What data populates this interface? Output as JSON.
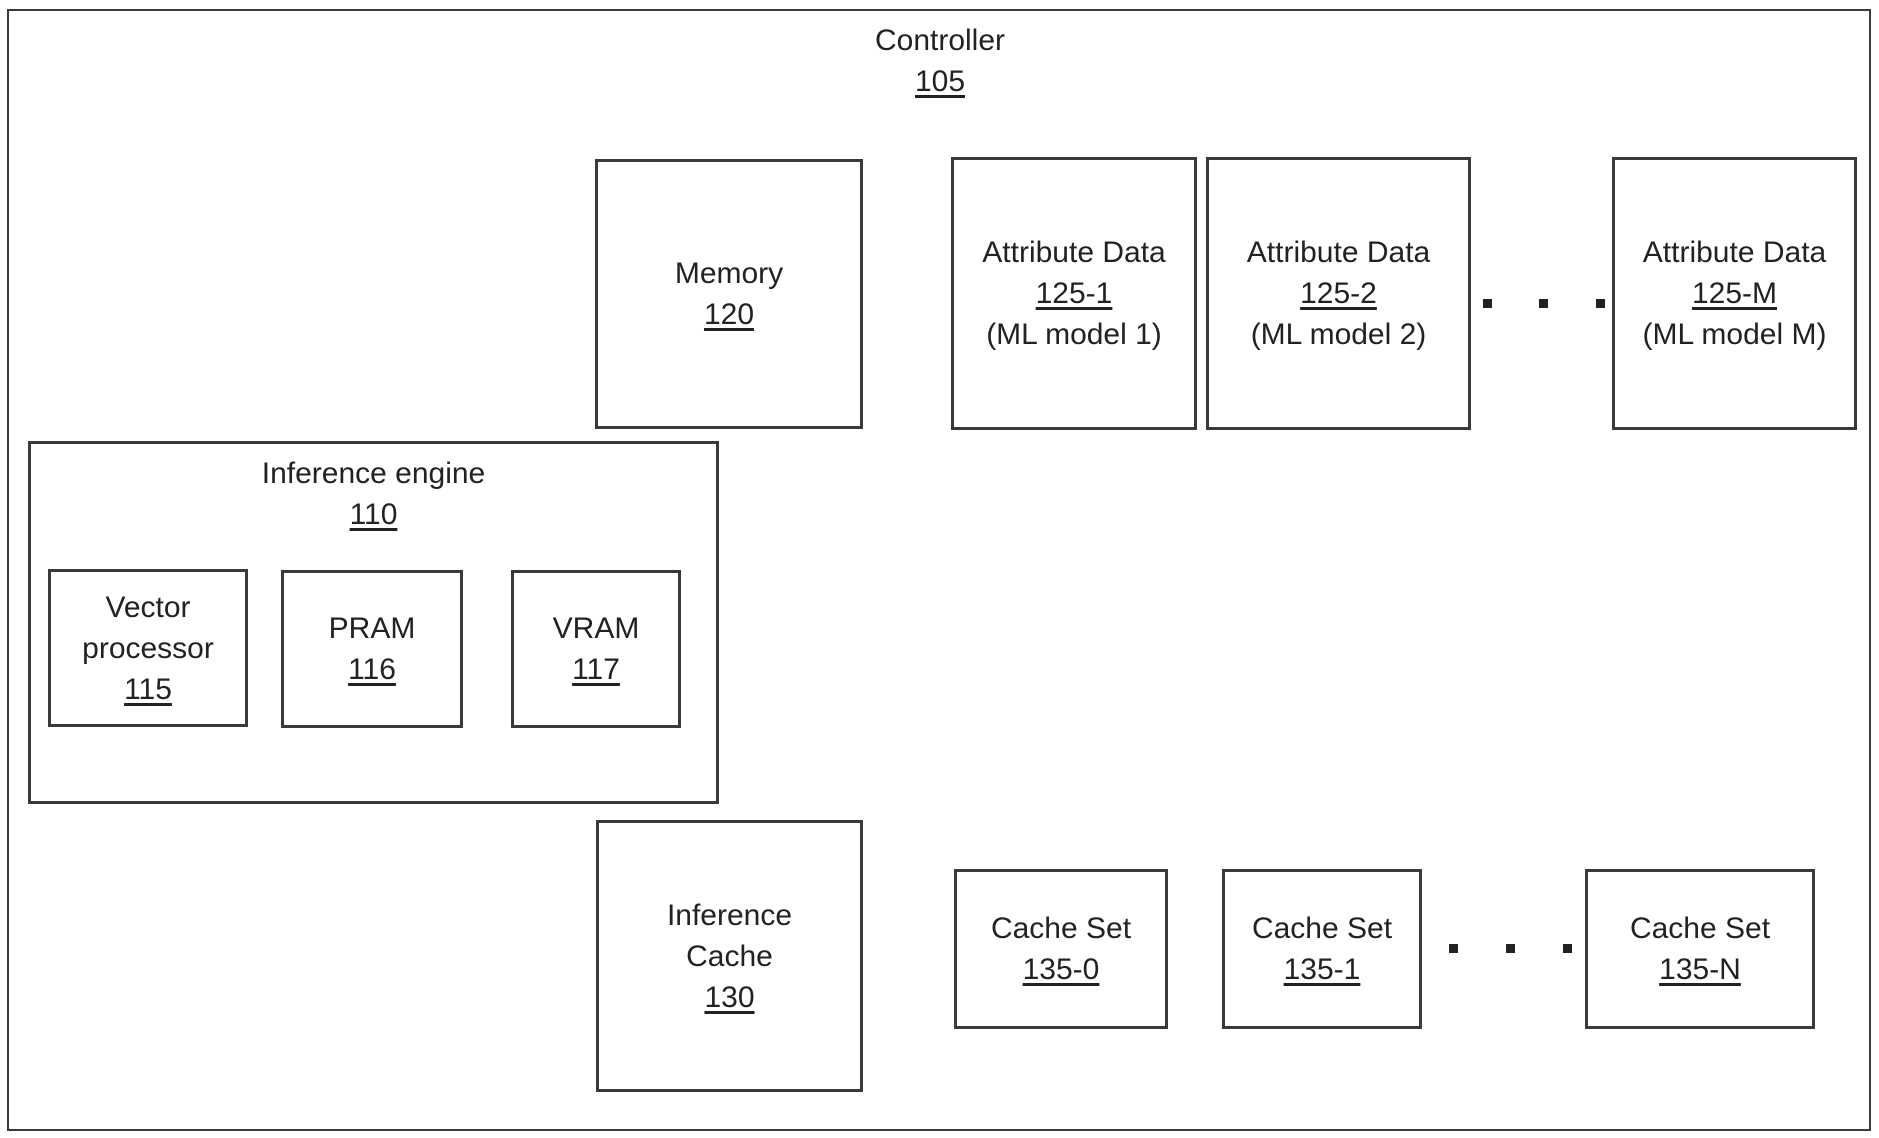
{
  "controller": {
    "label": "Controller",
    "ref": "105"
  },
  "memory": {
    "label": "Memory",
    "ref": "120"
  },
  "attribute_data": [
    {
      "label": "Attribute Data",
      "ref": "125-1",
      "sub": "(ML model 1)"
    },
    {
      "label": "Attribute Data",
      "ref": "125-2",
      "sub": "(ML model 2)"
    },
    {
      "label": "Attribute Data",
      "ref": "125-M",
      "sub": "(ML model M)"
    }
  ],
  "inference_engine": {
    "label": "Inference engine",
    "ref": "110",
    "components": [
      {
        "label_line1": "Vector",
        "label_line2": "processor",
        "ref": "115"
      },
      {
        "label": "PRAM",
        "ref": "116"
      },
      {
        "label": "VRAM",
        "ref": "117"
      }
    ]
  },
  "inference_cache": {
    "label_line1": "Inference",
    "label_line2": "Cache",
    "ref": "130"
  },
  "cache_sets": [
    {
      "label": "Cache Set",
      "ref": "135-0"
    },
    {
      "label": "Cache Set",
      "ref": "135-1"
    },
    {
      "label": "Cache Set",
      "ref": "135-N"
    }
  ],
  "colors": {
    "line": "#3a3a3a",
    "text": "#222222",
    "background": "#ffffff"
  }
}
